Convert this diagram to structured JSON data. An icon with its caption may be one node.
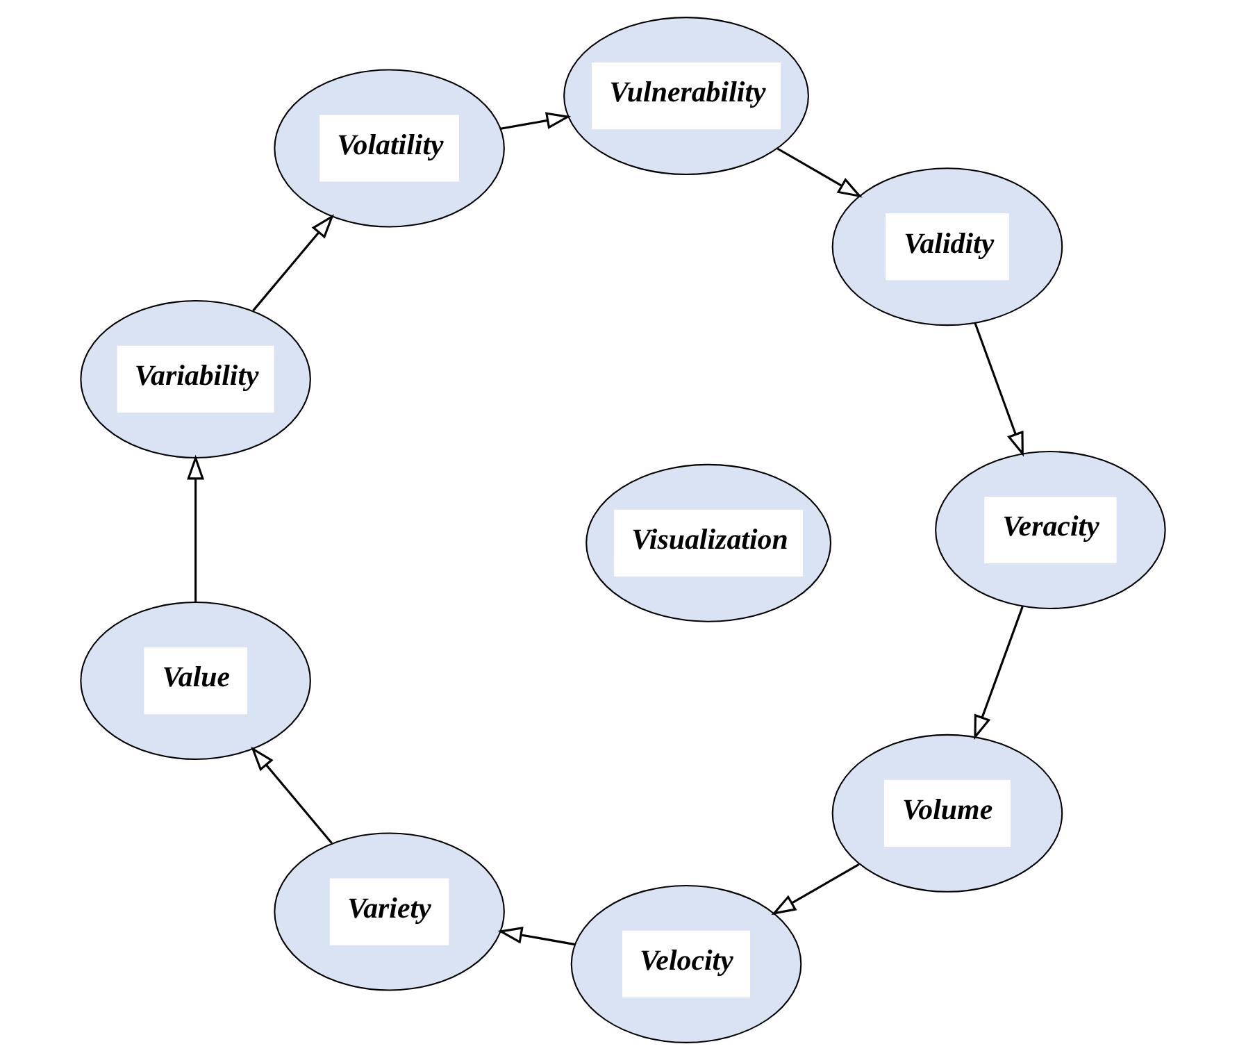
{
  "diagram": {
    "nodes": [
      {
        "text": [
          "Volume"
        ]
      },
      {
        "text": [
          "Velocity"
        ]
      },
      {
        "text": [
          "Variety"
        ]
      },
      {
        "text": [
          "Value"
        ]
      },
      {
        "text": [
          "Variability"
        ]
      },
      {
        "text": [
          "Volatility"
        ]
      },
      {
        "text": [
          "Vulnerability"
        ]
      },
      {
        "text": [
          "Validity"
        ]
      },
      {
        "text": [
          "Veracity"
        ]
      },
      {
        "text": [
          "Visualization"
        ]
      }
    ],
    "edges": [
      {
        "from": 0,
        "to": 1,
        "arrow": "to"
      },
      {
        "from": 1,
        "to": 2,
        "arrow": "to"
      },
      {
        "from": 2,
        "to": 3,
        "arrow": "to"
      },
      {
        "from": 3,
        "to": 4,
        "arrow": "to"
      },
      {
        "from": 4,
        "to": 5,
        "arrow": "to"
      },
      {
        "from": 5,
        "to": 6,
        "arrow": "to"
      },
      {
        "from": 6,
        "to": 7,
        "arrow": "to"
      },
      {
        "from": 7,
        "to": 8,
        "arrow": "to"
      },
      {
        "from": 8,
        "to": 0,
        "arrow": "to"
      }
    ]
  }
}
